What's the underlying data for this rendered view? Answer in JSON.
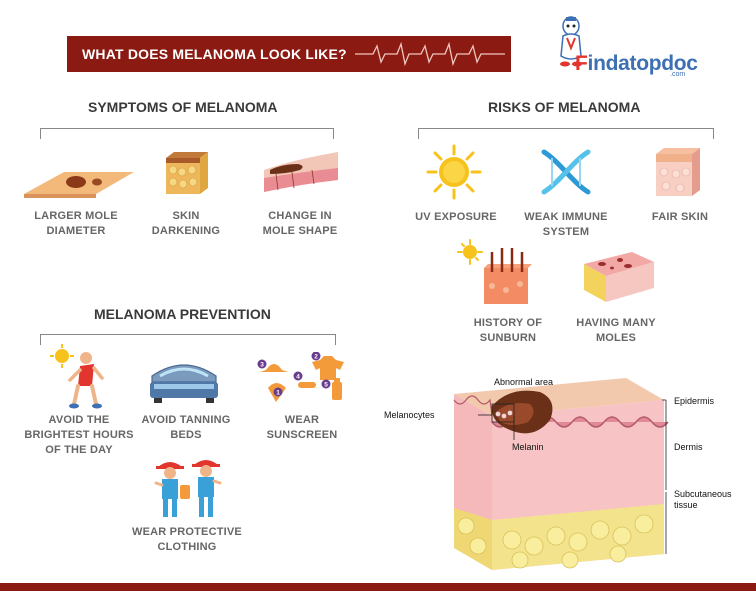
{
  "header": {
    "title": "WHAT DOES MELANOMA LOOK LIKE?"
  },
  "brand": {
    "name_first": "F",
    "name_rest": "indatopdoc",
    "suffix": ".com",
    "color_primary": "#3d6fb3",
    "color_accent": "#e2352d"
  },
  "symptoms": {
    "heading": "SYMPTOMS OF MELANOMA",
    "items": [
      {
        "line1": "LARGER MOLE",
        "line2": "DIAMETER",
        "icon": "mole-diameter-icon"
      },
      {
        "line1": "SKIN",
        "line2": "DARKENING",
        "icon": "skin-darkening-icon"
      },
      {
        "line1": "CHANGE IN",
        "line2": "MOLE SHAPE",
        "icon": "mole-shape-icon"
      }
    ]
  },
  "risks": {
    "heading": "RISKS OF MELANOMA",
    "items": [
      {
        "line1": "UV EXPOSURE",
        "line2": "",
        "icon": "sun-icon"
      },
      {
        "line1": "WEAK IMMUNE",
        "line2": "SYSTEM",
        "icon": "dna-icon"
      },
      {
        "line1": "FAIR SKIN",
        "line2": "",
        "icon": "fair-skin-icon"
      },
      {
        "line1": "HISTORY OF",
        "line2": "SUNBURN",
        "icon": "sunburn-icon"
      },
      {
        "line1": "HAVING MANY",
        "line2": "MOLES",
        "icon": "many-moles-icon"
      }
    ]
  },
  "prevention": {
    "heading": "MELANOMA PREVENTION",
    "items": [
      {
        "line1": "AVOID THE",
        "line2": "BRIGHTEST HOURS",
        "line3": "OF THE DAY",
        "icon": "hot-runner-icon"
      },
      {
        "line1": "AVOID TANNING",
        "line2": "BEDS",
        "line3": "",
        "icon": "tanning-bed-icon"
      },
      {
        "line1": "WEAR",
        "line2": "SUNSCREEN",
        "line3": "",
        "icon": "sunscreen-set-icon"
      },
      {
        "line1": "WEAR PROTECTIVE",
        "line2": "CLOTHING",
        "line3": "",
        "icon": "protective-clothing-icon"
      }
    ],
    "step_numbers": [
      "1",
      "2",
      "3",
      "4",
      "5"
    ]
  },
  "diagram": {
    "abnormal_area": "Abnormal area",
    "melanocytes": "Melanocytes",
    "melanin": "Melanin",
    "epidermis": "Epidermis",
    "dermis": "Dermis",
    "subcutaneous_line1": "Subcutaneous",
    "subcutaneous_line2": "tissue"
  },
  "colors": {
    "banner": "#8b1a12",
    "skin": "#f2b4b6",
    "fat": "#f3e38c",
    "sun": "#f6c21b"
  }
}
